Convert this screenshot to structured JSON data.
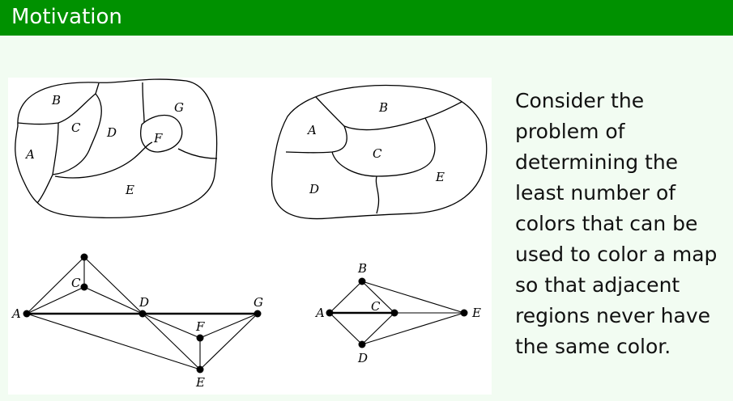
{
  "slide": {
    "title": "Motivation",
    "paragraph": "Consider the problem of determining the least number of colors that can be used to color a map so that adjacent regions never have the same color."
  },
  "figure": {
    "map1_labels": [
      "A",
      "B",
      "C",
      "D",
      "E",
      "F",
      "G"
    ],
    "map2_labels": [
      "A",
      "B",
      "C",
      "D",
      "E"
    ],
    "graph1_labels": [
      "A",
      "C",
      "D",
      "F",
      "G",
      "E"
    ],
    "graph2_labels": [
      "A",
      "B",
      "C",
      "D",
      "E"
    ]
  },
  "colors": {
    "titlebar": "#009100",
    "background": "#f2fcf2",
    "figure_background": "#ffffff"
  }
}
